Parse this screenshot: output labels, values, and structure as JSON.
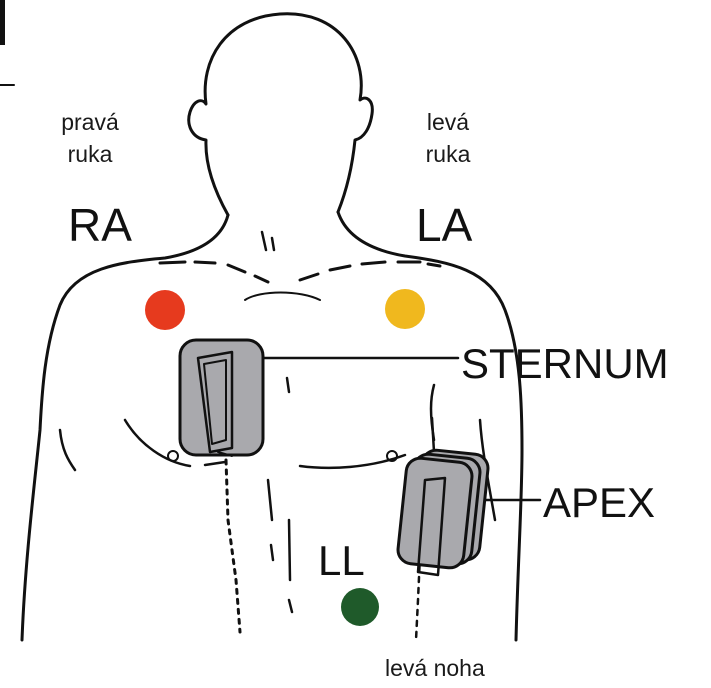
{
  "labels": {
    "right_arm": {
      "line1": "pravá",
      "line2": "ruka"
    },
    "left_arm": {
      "line1": "levá",
      "line2": "ruka"
    },
    "ra": "RA",
    "la": "LA",
    "sternum": "STERNUM",
    "apex": "APEX",
    "ll": "LL",
    "left_leg": "levá noha"
  },
  "colors": {
    "ra_electrode": "#e63a1e",
    "la_electrode": "#f0b81e",
    "ll_electrode": "#1f5a2a",
    "pad_fill": "#a9a9ad",
    "outline": "#111111"
  }
}
